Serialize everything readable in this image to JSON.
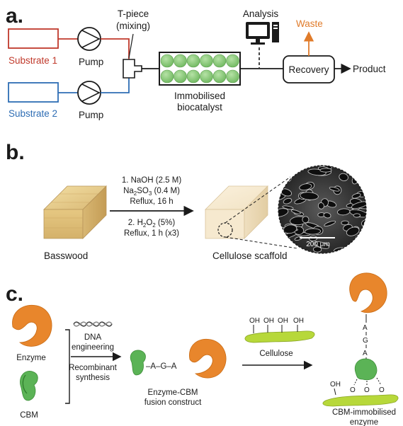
{
  "panel_a": {
    "letter": "a.",
    "substrate1": "Substrate 1",
    "substrate2": "Substrate 2",
    "pump1": "Pump",
    "pump2": "Pump",
    "tpiece_line1": "T-piece",
    "tpiece_line2": "(mixing)",
    "analysis": "Analysis",
    "waste": "Waste",
    "recovery": "Recovery",
    "product": "Product",
    "biocat_line1": "Immobilised",
    "biocat_line2": "biocatalyst",
    "colors": {
      "substrate1": "#c0392b",
      "substrate2": "#2e6db4",
      "waste": "#e07b2a",
      "beads": "#8fcf7d"
    }
  },
  "panel_b": {
    "letter": "b.",
    "step1_line1": "1. NaOH (2.5 M)",
    "step1_line2_pre": "Na",
    "step1_line2_sub1": "2",
    "step1_line2_mid": "SO",
    "step1_line2_sub2": "3",
    "step1_line2_post": " (0.4 M)",
    "step1_line3": "Reflux, 16 h",
    "step2_line1_pre": "2. H",
    "step2_line1_sub1": "2",
    "step2_line1_mid": "O",
    "step2_line1_sub2": "2",
    "step2_line1_post": " (5%)",
    "step2_line2": "Reflux, 1 h (x3)",
    "basswood": "Basswood",
    "scaffold": "Cellulose scaffold",
    "scale_bar": "200 μm"
  },
  "panel_c": {
    "letter": "c.",
    "enzyme": "Enzyme",
    "cbm": "CBM",
    "dna_line1": "DNA",
    "dna_line2": "engineering",
    "recomb_line1": "Recombinant",
    "recomb_line2": "synthesis",
    "linker": "–A–G–A",
    "fusion_line1": "Enzyme-CBM",
    "fusion_line2": "fusion construct",
    "cellulose": "Cellulose",
    "oh": "OH",
    "o": "O",
    "linker_v1": "A",
    "linker_v2": "G",
    "linker_v3": "A",
    "immob_line1": "CBM-immobilised",
    "immob_line2": "enzyme",
    "colors": {
      "enzyme": "#e8862c",
      "cbm": "#5bb356",
      "cellulose": "#b7d83a"
    }
  }
}
